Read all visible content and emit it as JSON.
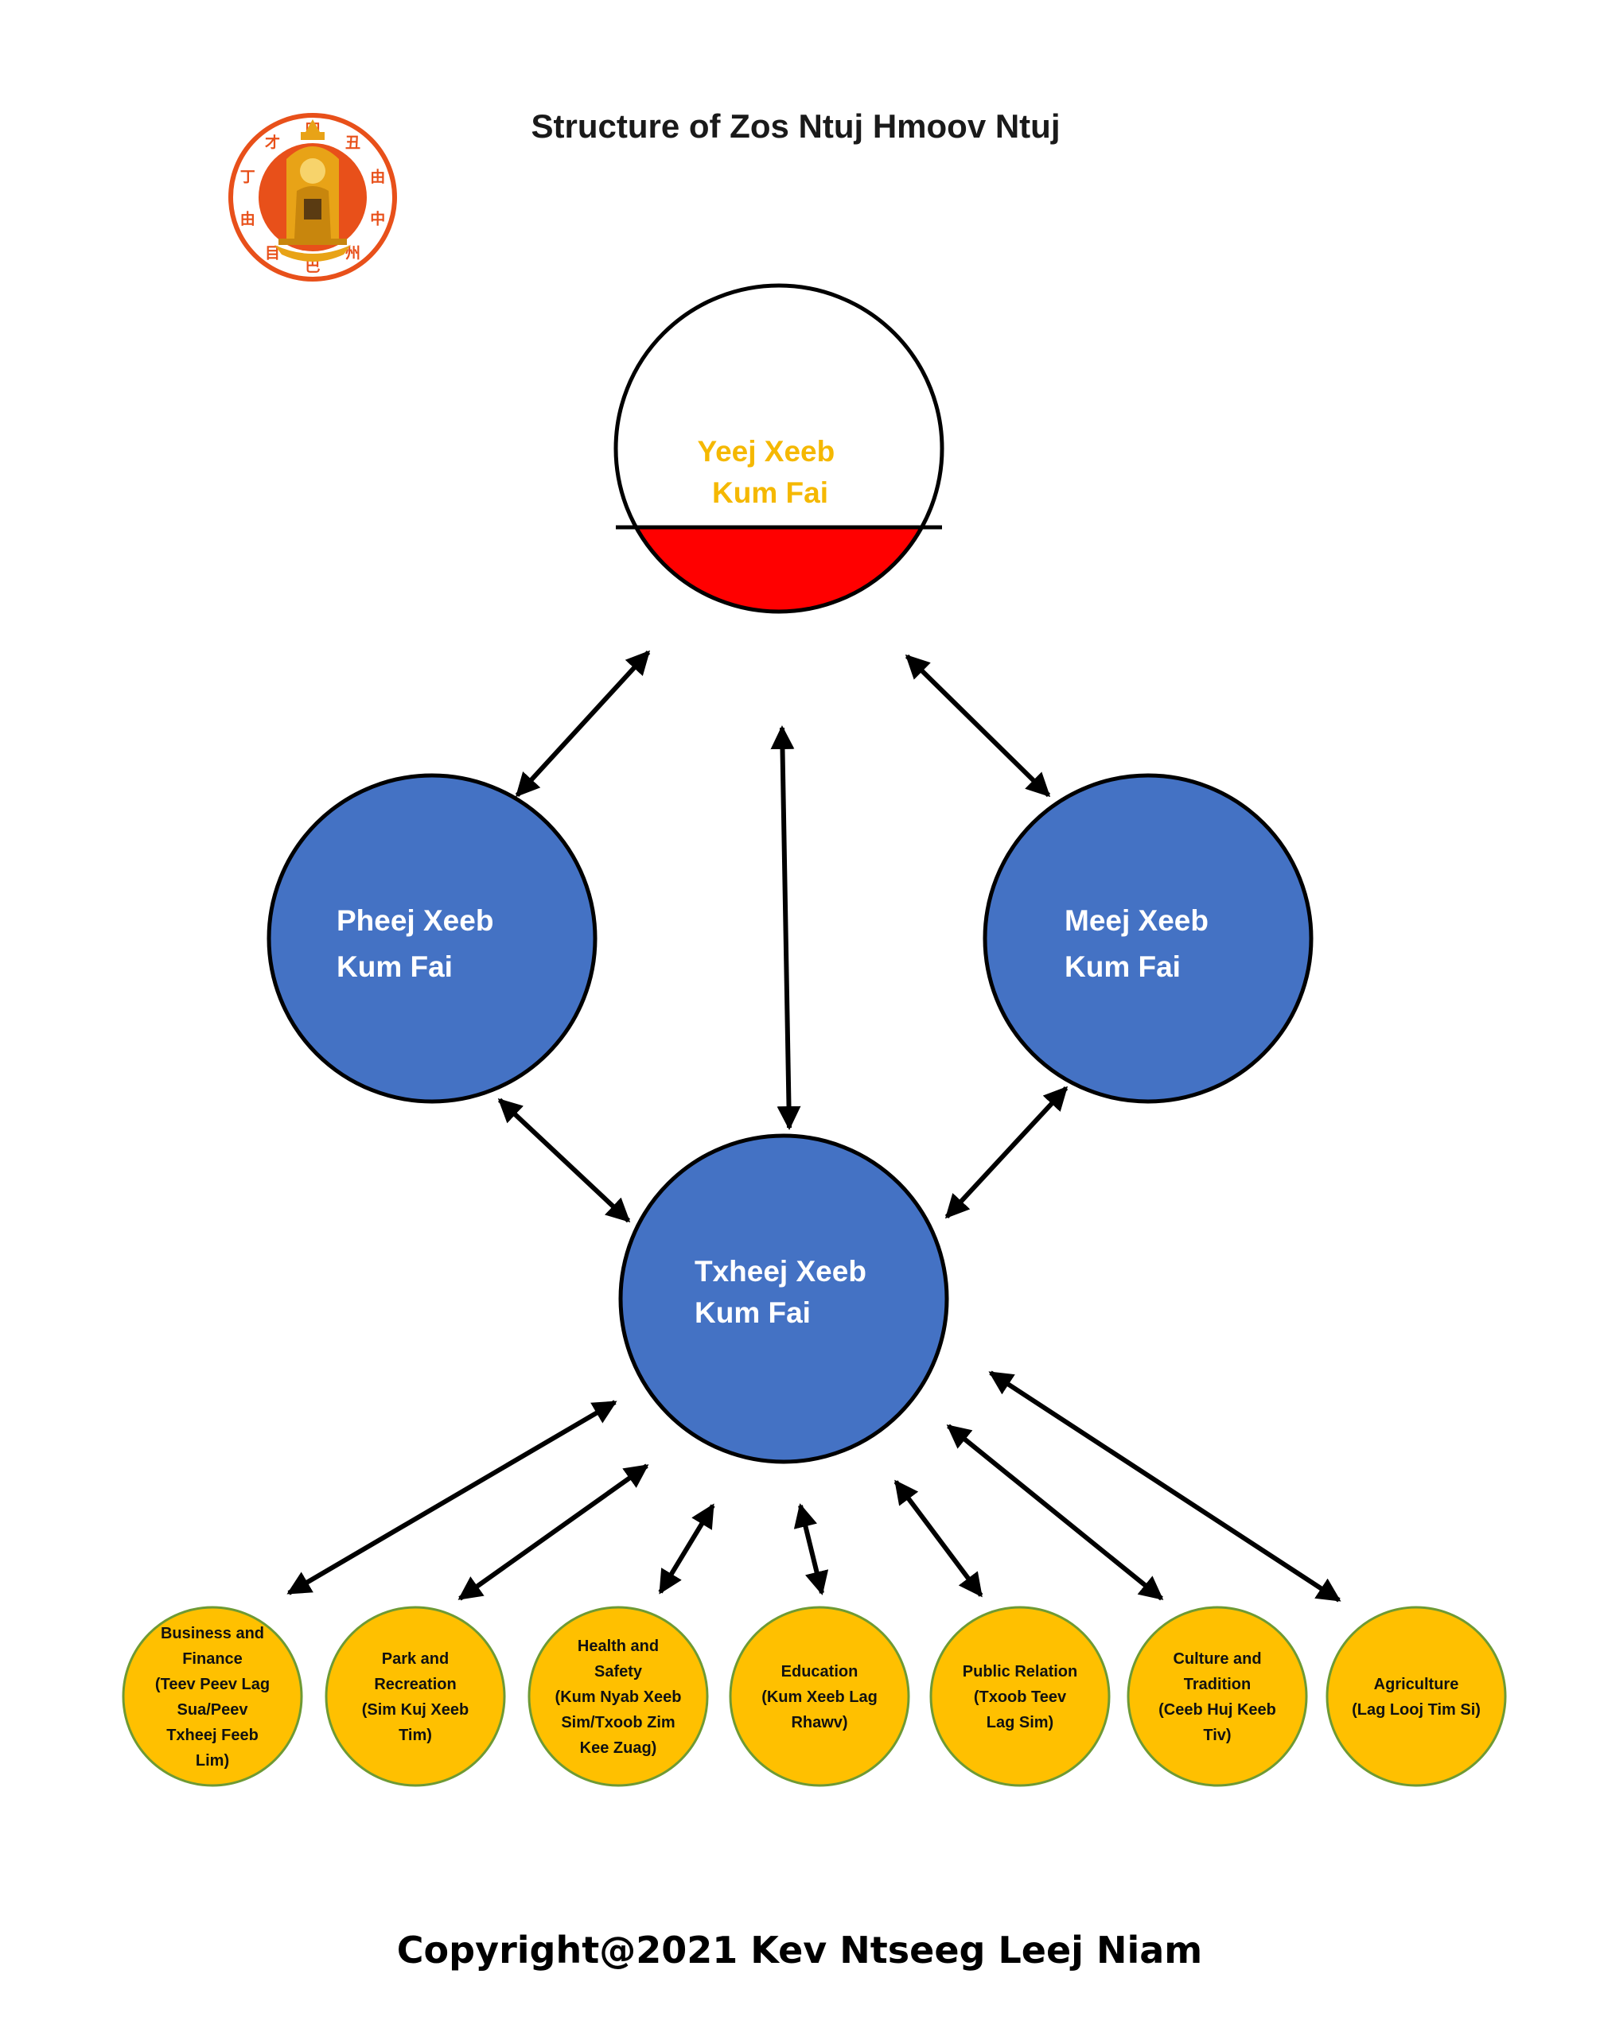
{
  "title": "Structure of Zos Ntuj Hmoov Ntuj",
  "copyright": "Copyright@2021 Kev Ntseeg Leej Niam",
  "colors": {
    "top_label": "#F5B800",
    "top_bottom_fill": "#FF0000",
    "blue_fill": "#4472C4",
    "yellow_fill": "#FFC000",
    "yellow_stroke": "#6E9A34",
    "seal_orange": "#E8501A",
    "seal_gold": "#E8A317"
  },
  "logo": {
    "seal_glyphs": [
      "田",
      "丑",
      "由",
      "中",
      "州",
      "巴",
      "目",
      "由",
      "丁",
      "才"
    ]
  },
  "nodes": {
    "top": {
      "label": [
        "Yeej Xeeb",
        "Kum Fai"
      ]
    },
    "left": {
      "label": [
        "Pheej Xeeb",
        "Kum Fai"
      ]
    },
    "right": {
      "label": [
        "Meej Xeeb",
        "Kum Fai"
      ]
    },
    "center": {
      "label": [
        "Txheej Xeeb",
        "Kum Fai"
      ]
    }
  },
  "departments": [
    {
      "lines": [
        "Business and",
        "Finance",
        "(Teev Peev Lag",
        "Sua/Peev",
        "Txheej Feeb",
        "Lim)"
      ]
    },
    {
      "lines": [
        "Park and",
        "Recreation",
        "(Sim Kuj Xeeb",
        "Tim)"
      ]
    },
    {
      "lines": [
        "Health and",
        "Safety",
        "(Kum Nyab Xeeb",
        "Sim/Txoob Zim",
        "Kee Zuag)"
      ]
    },
    {
      "lines": [
        "Education",
        "(Kum Xeeb Lag",
        "Rhawv)"
      ]
    },
    {
      "lines": [
        "Public Relation",
        "(Txoob Teev",
        "Lag Sim)"
      ]
    },
    {
      "lines": [
        "Culture and",
        "Tradition",
        "(Ceeb Huj Keeb",
        "Tiv)"
      ]
    },
    {
      "lines": [
        "Agriculture",
        "(Lag Looj Tim Si)"
      ]
    }
  ]
}
